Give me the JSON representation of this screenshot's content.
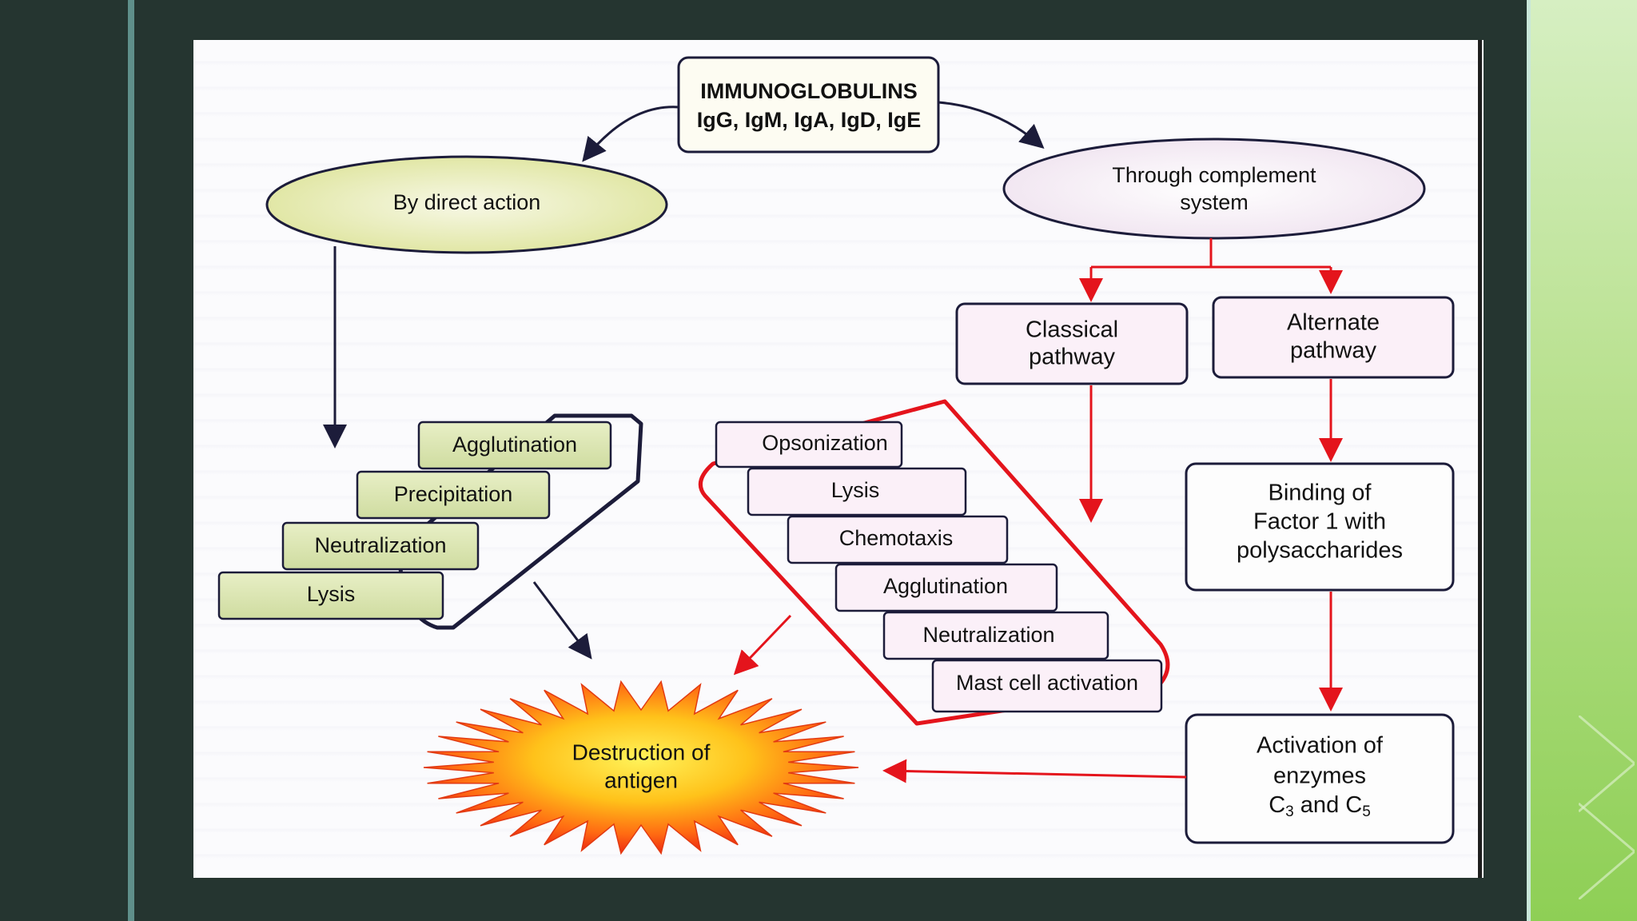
{
  "diagram": {
    "title_line1": "IMMUNOGLOBULINS",
    "title_line2": "IgG, IgM, IgA, IgD, IgE",
    "direct_action": "By direct action",
    "complement_line1": "Through complement",
    "complement_line2": "system",
    "direct_effects": [
      "Agglutination",
      "Precipitation",
      "Neutralization",
      "Lysis"
    ],
    "classical_line1": "Classical",
    "classical_line2": "pathway",
    "alternate_line1": "Alternate",
    "alternate_line2": "pathway",
    "complement_effects": [
      "Opsonization",
      "Lysis",
      "Chemotaxis",
      "Agglutination",
      "Neutralization",
      "Mast cell activation"
    ],
    "binding_line1": "Binding of",
    "binding_line2": "Factor 1 with",
    "binding_line3": "polysaccharides",
    "activation_line1": "Activation of",
    "activation_line2": "enzymes",
    "activation_c": "C",
    "activation_sub1": "3",
    "activation_and": " and C",
    "activation_sub2": "5",
    "destruction_line1": "Destruction of",
    "destruction_line2": "antigen"
  },
  "colors": {
    "background": "#253530",
    "slide": "#fbfbfd",
    "accent_red": "#e4141c",
    "outline_navy": "#1c1c3a",
    "green_box": "#dbe6b0",
    "pink_box": "#fbf0f8",
    "ellipse_left": "#e7ecb0",
    "ellipse_right": "#f6eef6"
  }
}
